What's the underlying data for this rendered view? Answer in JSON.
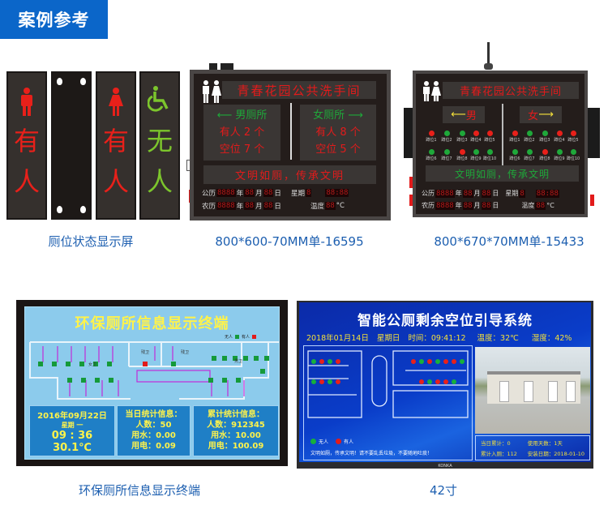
{
  "header": {
    "title": "案例参考"
  },
  "products": [
    {
      "caption": "厕位状态显示屏",
      "panels": [
        {
          "icon": "man-icon",
          "text": [
            "有",
            "人"
          ],
          "color": "#e8201a"
        },
        {
          "icon": "mounting-back",
          "text": []
        },
        {
          "icon": "woman-icon",
          "text": [
            "有",
            "人"
          ],
          "color": "#e8201a"
        },
        {
          "icon": "wheelchair-icon",
          "text": [
            "无",
            "人"
          ],
          "color": "#7cc52c"
        }
      ]
    },
    {
      "caption": "800*600-70MM单-16595",
      "title": "青春花园公共洗手间",
      "left": {
        "head": "男厕所",
        "occupied": "有人 2 个",
        "vacant": "空位 7 个"
      },
      "right": {
        "head": "女厕所",
        "occupied": "有人 8 个",
        "vacant": "空位 5 个"
      },
      "slogan": "文明如厕，传承文明",
      "labels": {
        "solar": "公历",
        "lunar": "农历",
        "year": "年",
        "month": "月",
        "day": "日",
        "week": "星期",
        "temp": "温度",
        "unit": "°C"
      },
      "digits": {
        "year": "8888",
        "md": "88",
        "week": "8",
        "time": "88:88",
        "temp": "88"
      }
    },
    {
      "caption": "800*670*70MM单-15433",
      "title": "青春花园公共洗手间",
      "left_head": "男",
      "right_head": "女",
      "stall_labels": [
        "蹲位1",
        "蹲位2",
        "蹲位3",
        "蹲位4",
        "蹲位5",
        "蹲位6",
        "蹲位7",
        "蹲位8",
        "蹲位9",
        "蹲位10"
      ],
      "left_status": [
        "occupied",
        "vacant",
        "vacant",
        "occupied",
        "occupied",
        "vacant",
        "vacant",
        "occupied",
        "vacant",
        "vacant"
      ],
      "right_status": [
        "occupied",
        "vacant",
        "vacant",
        "occupied",
        "occupied",
        "vacant",
        "vacant",
        "occupied",
        "vacant",
        "vacant"
      ],
      "slogan": "文明如厕，传承文明"
    },
    {
      "caption": "环保厕所信息显示终端",
      "title": "环保厕所信息显示终端",
      "legend": {
        "vacant": "无人",
        "occupied": "有人"
      },
      "rooms": {
        "women": "女卫",
        "men": "男卫",
        "acc1": "残卫",
        "acc2": "残卫"
      },
      "date": "2016年09月22日",
      "weekday": "星期 一",
      "time": "09 : 36",
      "temp": "30.1℃",
      "daily": {
        "title": "当日统计信息：",
        "people": "人数：50",
        "water": "用水：0.00",
        "power": "用电：0.09"
      },
      "total": {
        "title": "累计统计信息：",
        "people": "人数：912345",
        "water": "用水：10.00",
        "power": "用电：100.09"
      }
    },
    {
      "caption": "42寸",
      "title": "智能公厕剩余空位引导系统",
      "date": "2018年01月14日",
      "weekday": "星期日",
      "time": "时间：09:41:12",
      "temp": "温度：32℃",
      "humidity": "湿度：42%",
      "legend": {
        "vacant": "无人",
        "occupied": "有人"
      },
      "notice": "文明如厕，传承文明！请不要乱丢垃圾，不要随地吐痰！",
      "stats": {
        "today": "当日累计：0",
        "days": "使用天数：1天",
        "total": "累计入厕：112",
        "install": "安装日期：2018-01-10"
      },
      "brand": "KONKA"
    }
  ],
  "colors": {
    "accent": "#0b66c9",
    "led_red": "#e8201a",
    "led_green": "#1fa83a",
    "led_yellow": "#f4e03a"
  }
}
